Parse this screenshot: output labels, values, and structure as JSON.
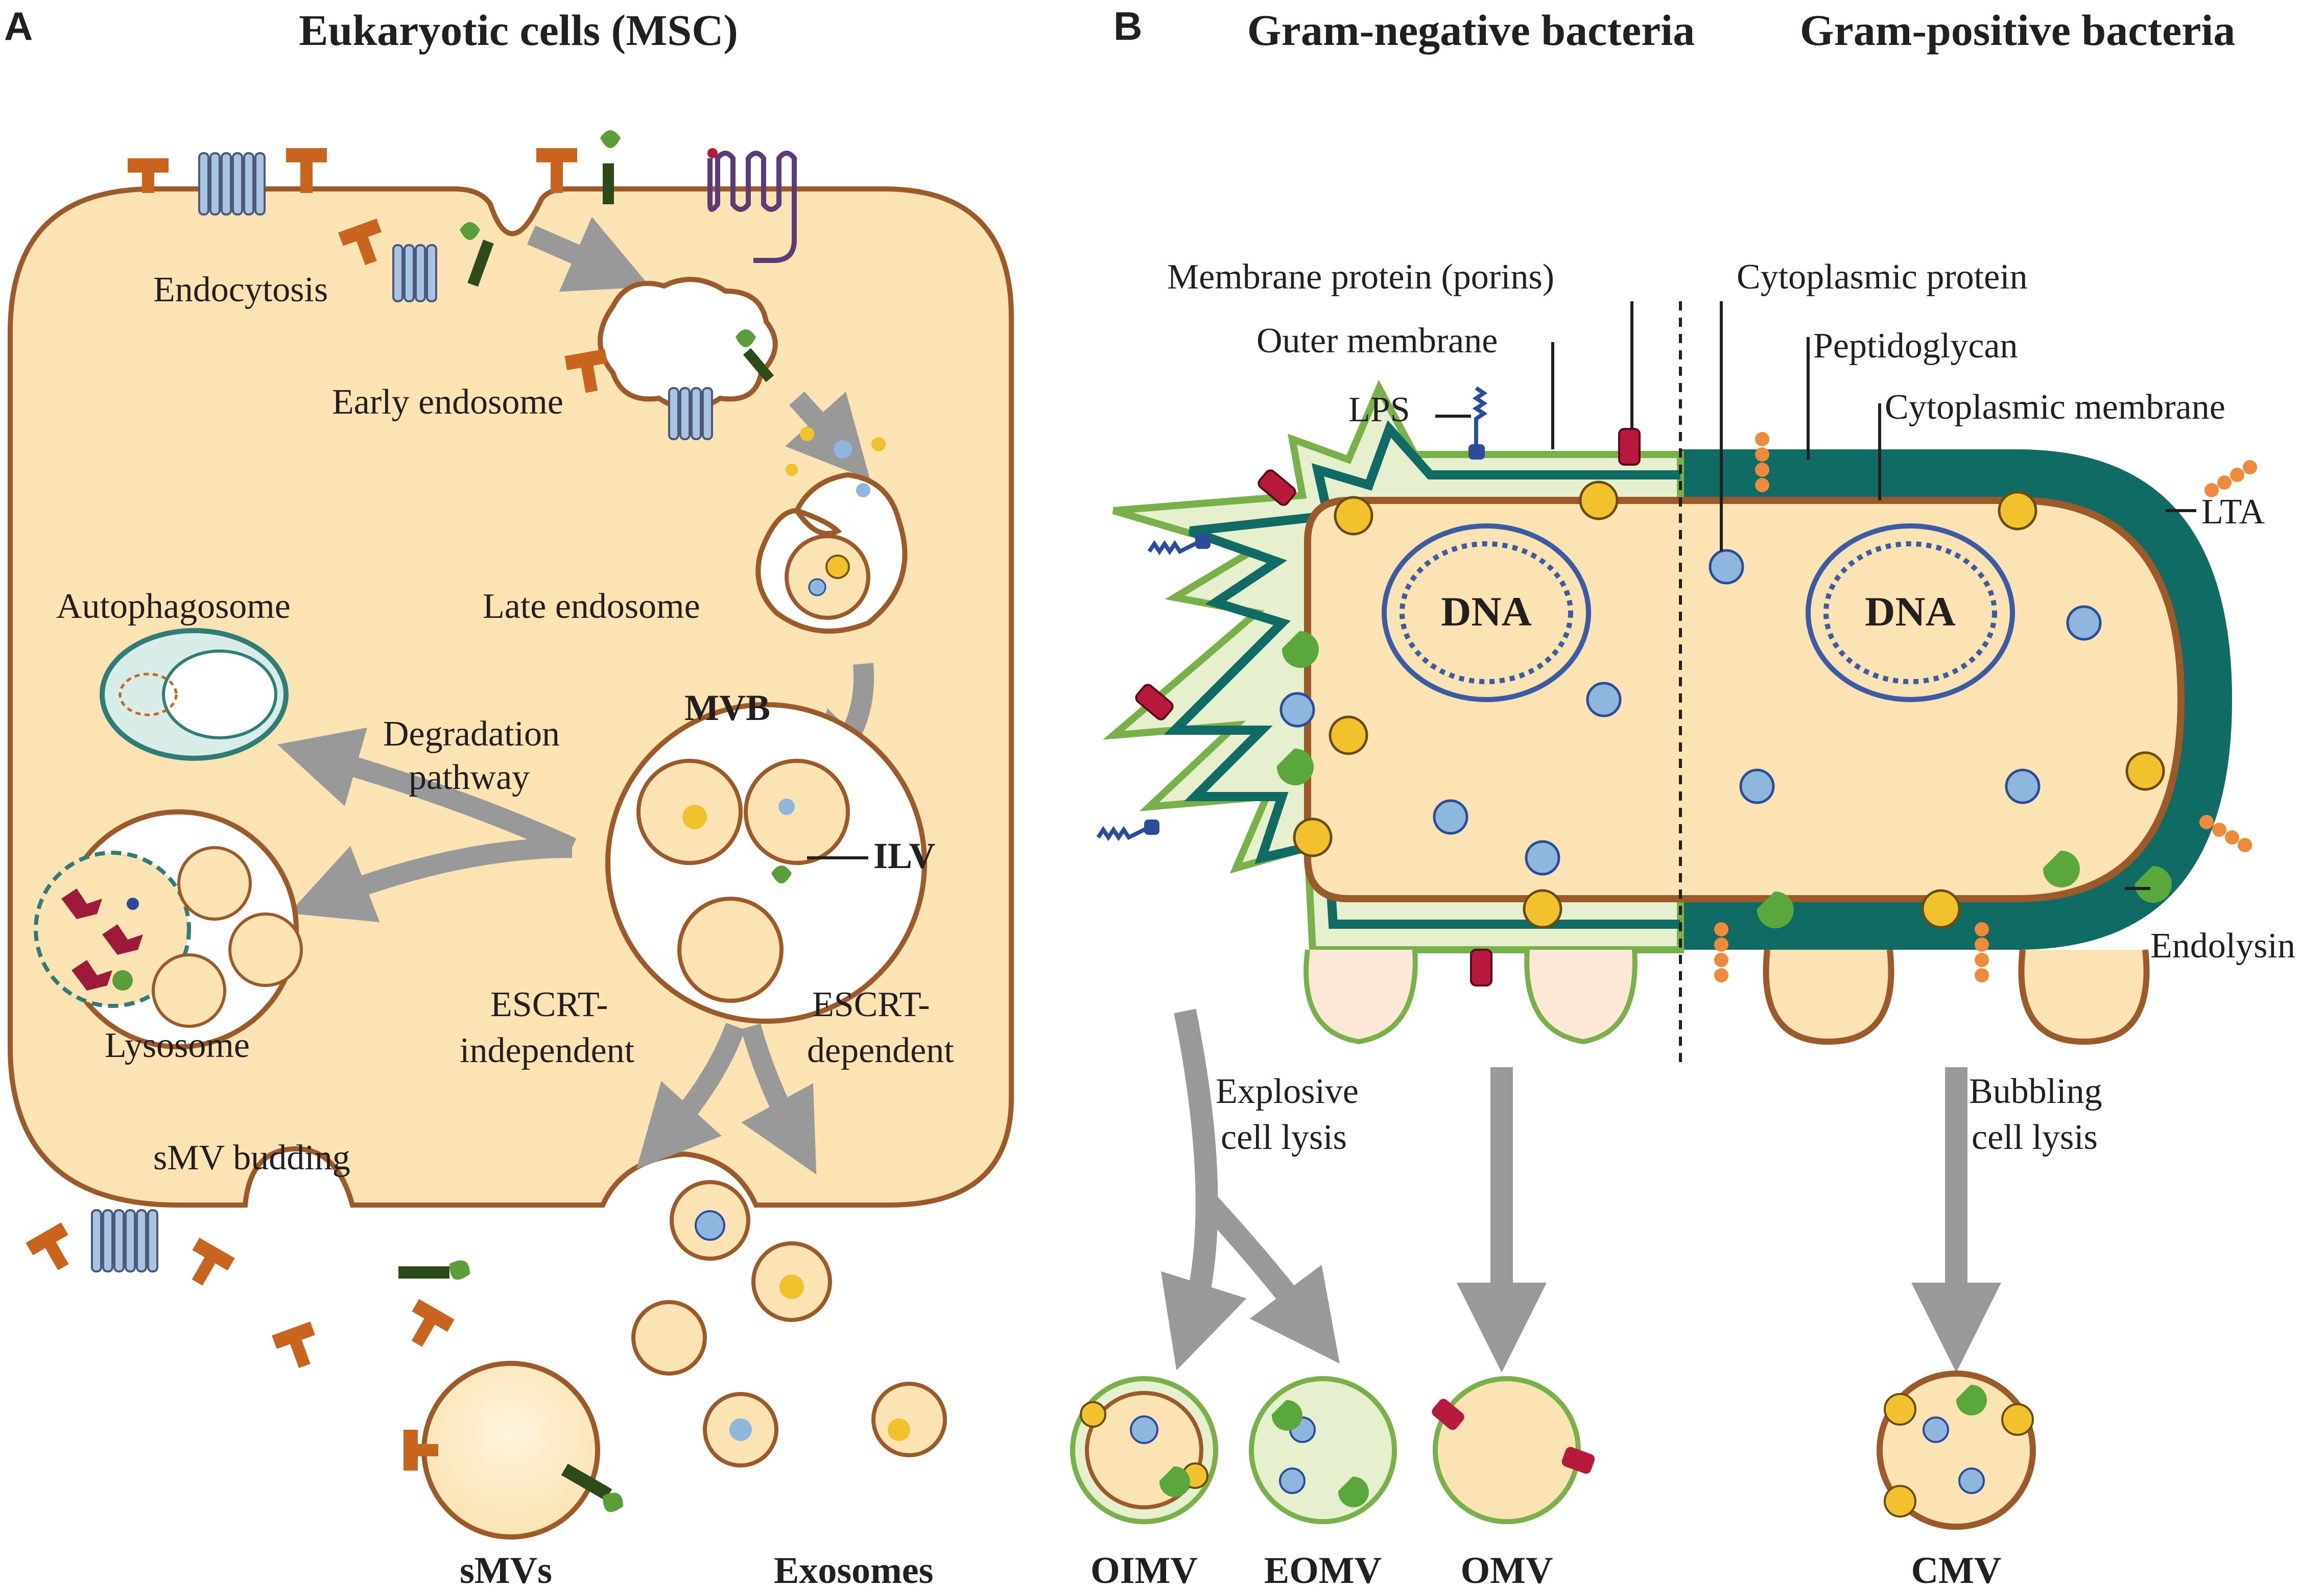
{
  "panel_a": {
    "letter": "A",
    "title": "Eukaryotic cells (MSC)",
    "labels": {
      "endocytosis": "Endocytosis",
      "early_endosome": "Early endosome",
      "late_endosome": "Late endosome",
      "autophagosome": "Autophagosome",
      "degradation_1": "Degradation",
      "degradation_2": "pathway",
      "mvb": "MVB",
      "ilv": "ILV",
      "lysosome": "Lysosome",
      "escrt_indep_1": "ESCRT-",
      "escrt_indep_2": "independent",
      "escrt_dep_1": "ESCRT-",
      "escrt_dep_2": "dependent",
      "smv_budding": "sMV budding",
      "smvs": "sMVs",
      "exosomes": "Exosomes"
    }
  },
  "panel_b": {
    "letter": "B",
    "title_neg": "Gram-negative bacteria",
    "title_pos": "Gram-positive bacteria",
    "labels": {
      "membrane_protein": "Membrane protein (porins)",
      "outer_membrane": "Outer membrane",
      "lps": "LPS",
      "cytoplasmic_protein": "Cytoplasmic protein",
      "peptidoglycan": "Peptidoglycan",
      "cytoplasmic_membrane": "Cytoplasmic membrane",
      "lta": "LTA",
      "dna_neg": "DNA",
      "dna_pos": "DNA",
      "endolysin": "Endolysin",
      "explosive_1": "Explosive",
      "explosive_2": "cell lysis",
      "bubbling_1": "Bubbling",
      "bubbling_2": "cell lysis",
      "oimv": "OIMV",
      "eomv": "EOMV",
      "omv": "OMV",
      "cmv": "CMV"
    }
  },
  "colors": {
    "cytoplasm": "#fbe3b3",
    "membrane": "#9c5a2a",
    "arrow": "#999999",
    "peptidoglycan": "#0f6b63",
    "outer_membrane": "#79b04a",
    "receptor_orange": "#c8641e",
    "receptor_green": "#5a9e3a",
    "protein_blue": "#8fb6dd",
    "protein_yellow": "#f2c12e",
    "porin_red": "#b7193d",
    "lps_blue": "#2b4c9b",
    "lta_orange": "#ee8a3c",
    "dna_blue": "#3b5ba5"
  }
}
